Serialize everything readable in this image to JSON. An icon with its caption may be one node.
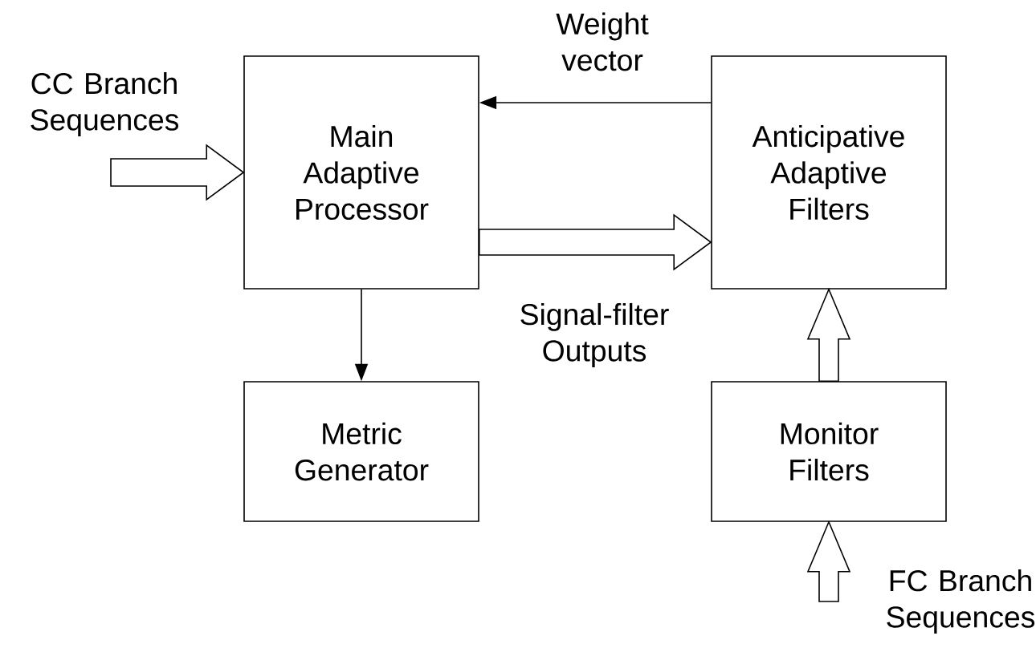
{
  "diagram": {
    "nodes": [
      {
        "text": [
          "Main Adaptive Processor"
        ]
      },
      {
        "text": [
          "Anticipative Adaptive Filters"
        ]
      },
      {
        "text": [
          "Metric Generator"
        ]
      },
      {
        "text": [
          "Monitor Filters"
        ]
      }
    ],
    "edges": [
      {
        "from": null,
        "to": 0,
        "arrow": "to",
        "style": "thick",
        "label": "CC Branch Sequences"
      },
      {
        "from": 1,
        "to": 0,
        "arrow": "to",
        "label": "Weight vector"
      },
      {
        "from": 0,
        "to": 1,
        "arrow": "to",
        "style": "thick",
        "label": "Signal-filter Outputs"
      },
      {
        "from": 0,
        "to": 2,
        "arrow": "to"
      },
      {
        "from": 3,
        "to": 1,
        "arrow": "to",
        "style": "thick"
      },
      {
        "from": null,
        "to": 3,
        "arrow": "to",
        "style": "thick",
        "label": "FC Branch Sequences"
      }
    ]
  }
}
